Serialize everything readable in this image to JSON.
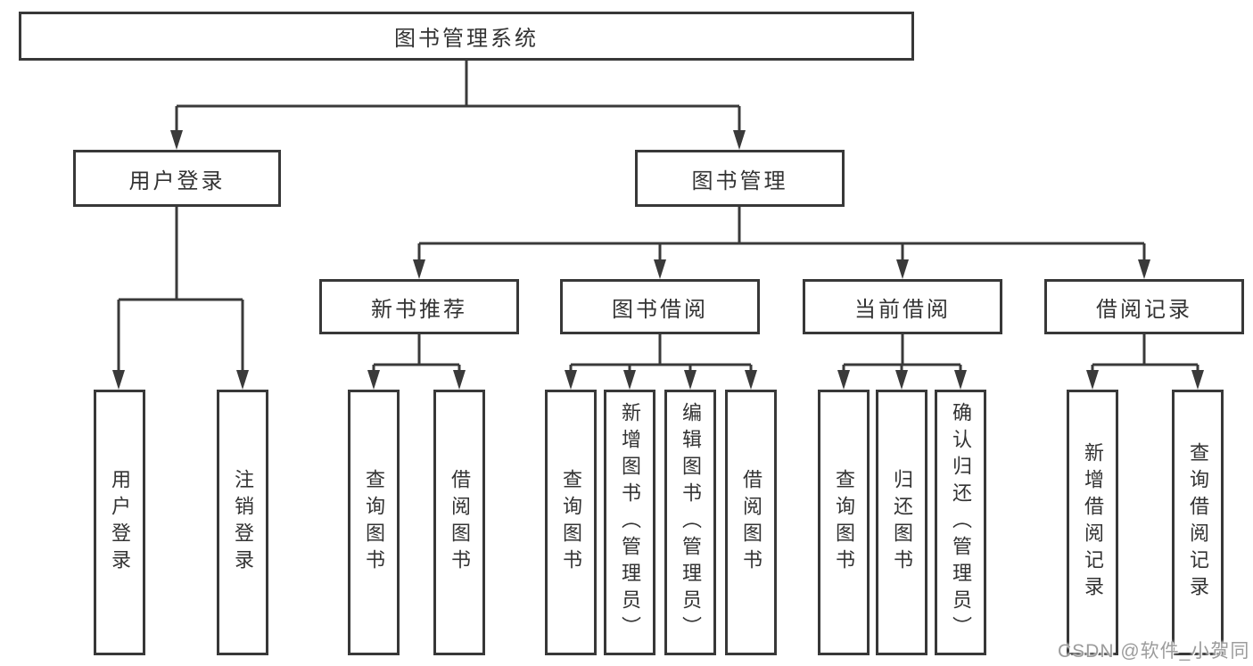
{
  "diagram": {
    "root": {
      "label": "图书管理系统"
    },
    "login_branch": {
      "label": "用户登录",
      "children": [
        {
          "label": "用户登录"
        },
        {
          "label": "注销登录"
        }
      ]
    },
    "management_branch": {
      "label": "图书管理",
      "groups": [
        {
          "label": "新书推荐",
          "children": [
            {
              "label": "查询图书"
            },
            {
              "label": "借阅图书"
            }
          ]
        },
        {
          "label": "图书借阅",
          "children": [
            {
              "label": "查询图书"
            },
            {
              "label": "新增图书（管理员）"
            },
            {
              "label": "编辑图书（管理员）"
            },
            {
              "label": "借阅图书"
            }
          ]
        },
        {
          "label": "当前借阅",
          "children": [
            {
              "label": "查询图书"
            },
            {
              "label": "归还图书"
            },
            {
              "label": "确认归还（管理员）"
            }
          ]
        },
        {
          "label": "借阅记录",
          "children": [
            {
              "label": "新增借阅记录"
            },
            {
              "label": "查询借阅记录"
            }
          ]
        }
      ]
    },
    "watermark": "CSDN @软件_小贺同学",
    "colors": {
      "line": "#3a3a3a",
      "text": "#333333",
      "box_background": "#ffffff",
      "watermark": "#9c9c9c"
    }
  }
}
